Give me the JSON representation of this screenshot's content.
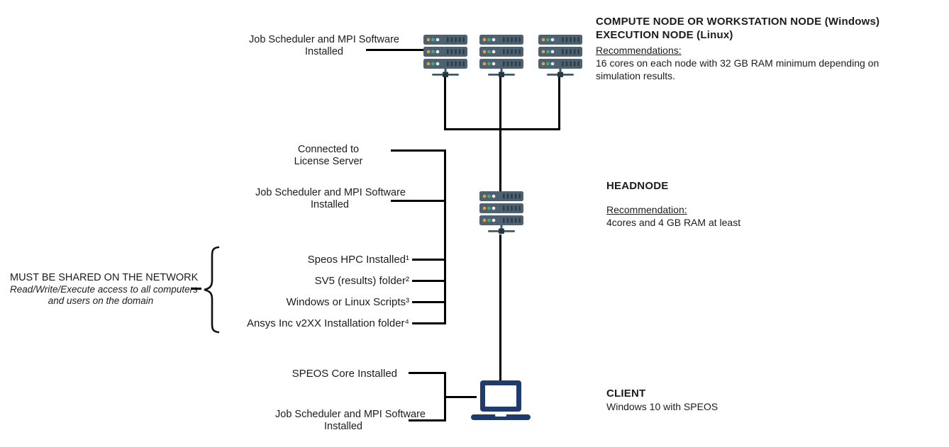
{
  "diagram": {
    "background": "#ffffff",
    "colors": {
      "line": "#000000",
      "text": "#1c1c1c",
      "server_body": "#4e6170",
      "server_vent": "#2b3e4c",
      "server_dot_yellow": "#dfa43c",
      "server_dot_green": "#45ab80",
      "server_dot_white": "#eeeeee",
      "server_stand": "#3c5968",
      "server_knob": "#263845",
      "laptop_body": "#1e3c6d"
    },
    "compute_nodes": {
      "count": 3,
      "label": {
        "line1": "Job Scheduler and MPI Software",
        "line2": "Installed"
      },
      "info": {
        "title_line1": "COMPUTE NODE OR WORKSTATION NODE (Windows)",
        "title_line2": "EXECUTION NODE (Linux)",
        "heading": "Recommendations:",
        "body_line1": "16 cores on each node with 32 GB RAM minimum depending on",
        "body_line2": "simulation results."
      }
    },
    "headnode": {
      "connected_label": {
        "line1": "Connected to",
        "line2": "License Server"
      },
      "scheduler_label": {
        "line1": "Job Scheduler and MPI Software",
        "line2": "Installed"
      },
      "info": {
        "title": "HEADNODE",
        "heading": "Recommendation:",
        "body_line1": "4cores and 4 GB RAM at least"
      }
    },
    "shared_on_network": {
      "heading": "MUST BE SHARED ON THE NETWORK",
      "note_line1": "Read/Write/Execute access to all computers",
      "note_line2": "and users on the domain",
      "items": [
        "Speos HPC Installed¹",
        "SV5 (results) folder²",
        "Windows or Linux Scripts³",
        "Ansys Inc v2XX Installation folder⁴"
      ]
    },
    "client": {
      "speos_label": "SPEOS Core Installed",
      "scheduler_label": {
        "line1": "Job Scheduler and MPI Software",
        "line2": "Installed"
      },
      "info": {
        "title": "CLIENT",
        "subtitle": "Windows 10 with SPEOS"
      }
    }
  }
}
